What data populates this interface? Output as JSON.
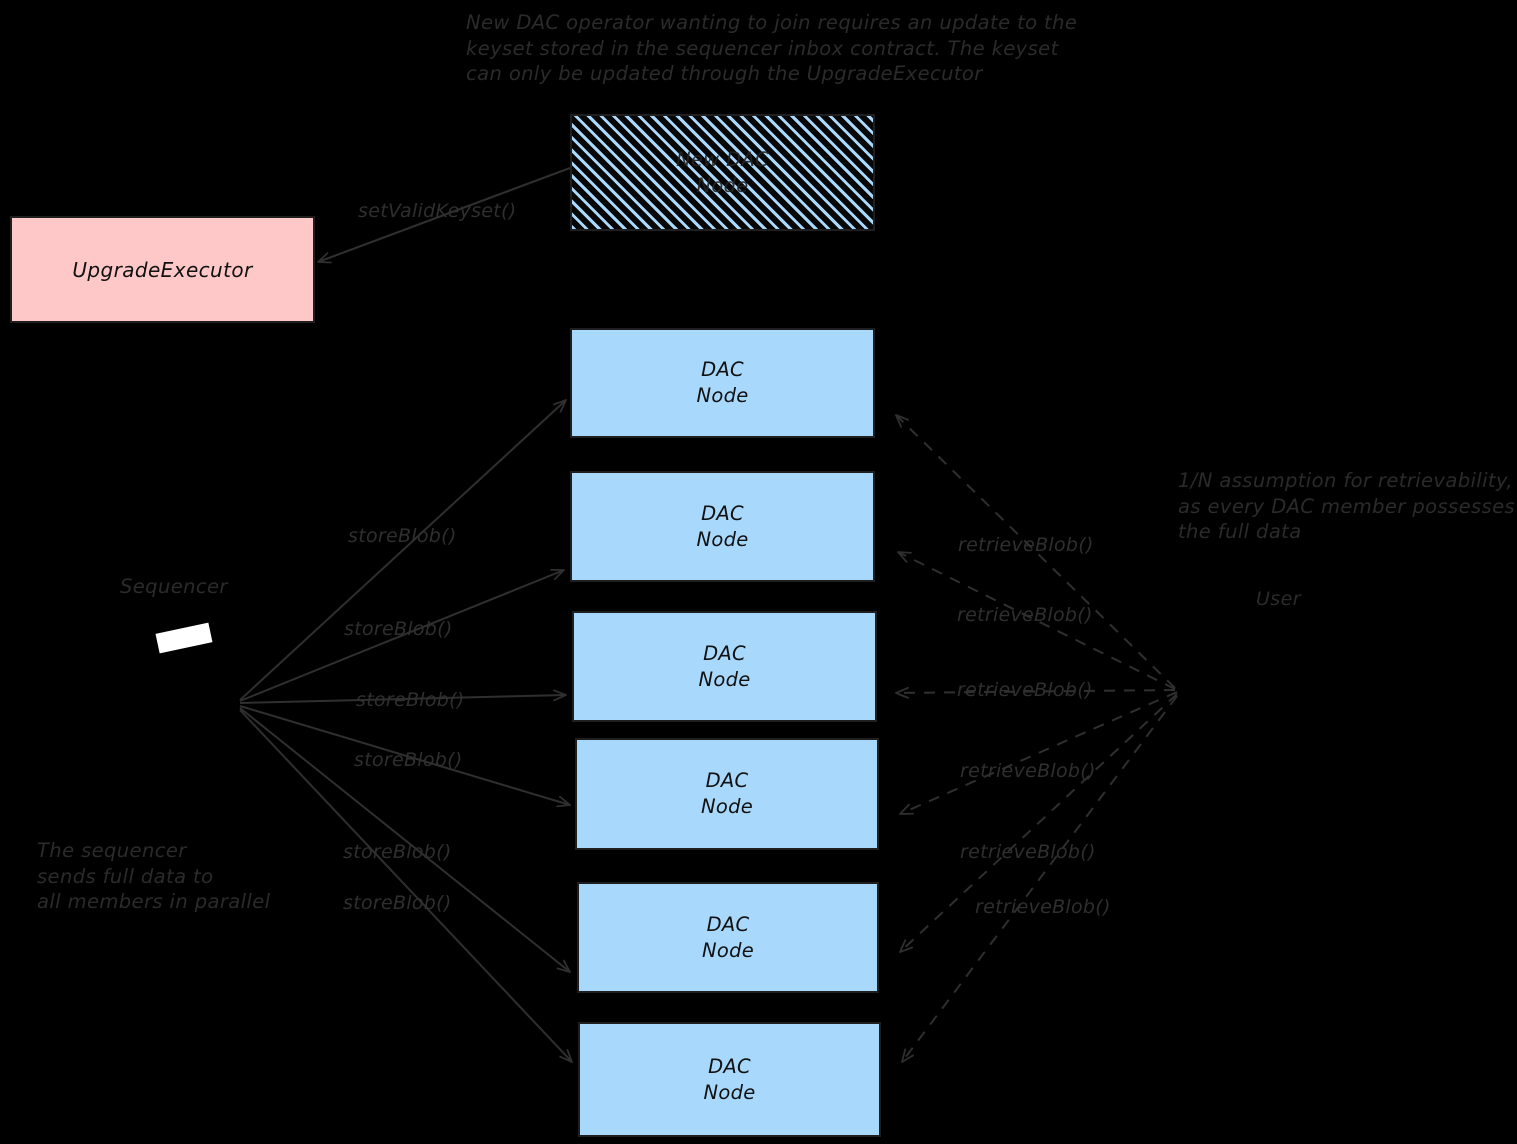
{
  "notes": {
    "top": "New DAC operator wanting to join requires an update to the\nkeyset stored in the sequencer inbox contract. The keyset\ncan only be updated through the UpgradeExecutor",
    "sequencer": "The sequencer\nsends full data to\nall members in parallel",
    "retrievability": "1/N assumption for retrievability,\nas every DAC member possesses\nthe full data"
  },
  "nodes": {
    "new_dac": {
      "line1": "New DAC",
      "line2": "Node"
    },
    "upgrade_executor": "UpgradeExecutor",
    "dac_line1": "DAC",
    "dac_line2": "Node",
    "dac_nodes": [
      {
        "line1": "DAC",
        "line2": "Node"
      },
      {
        "line1": "DAC",
        "line2": "Node"
      },
      {
        "line1": "DAC",
        "line2": "Node"
      },
      {
        "line1": "DAC",
        "line2": "Node"
      },
      {
        "line1": "DAC",
        "line2": "Node"
      },
      {
        "line1": "DAC",
        "line2": "Node"
      }
    ]
  },
  "actors": {
    "sequencer": "Sequencer",
    "user": "User"
  },
  "edges": {
    "set_valid_keyset": "setValidKeyset()",
    "store_blob": [
      "storeBlob()",
      "storeBlob()",
      "storeBlob()",
      "storeBlob()",
      "storeBlob()",
      "storeBlob()"
    ],
    "retrieve_blob": [
      "retrieveBlob()",
      "retrieveBlob()",
      "retrieveBlob()",
      "retrieveBlob()",
      "retrieveBlob()",
      "retrieveBlob()"
    ]
  },
  "colors": {
    "background": "#000000",
    "node_fill": "#a9d8fd",
    "executor_fill": "#ffc8c8",
    "stroke": "#1f1f1f",
    "annotation_text": "#2b2b2b"
  }
}
